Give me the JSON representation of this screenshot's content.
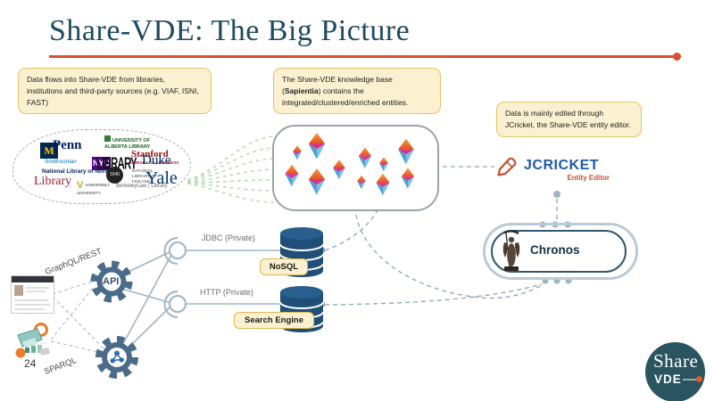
{
  "colors": {
    "accent": "#D8502E",
    "title": "#1E4B5F",
    "callout-bg": "#FBF0CF",
    "callout-border": "#E5C465",
    "label-border": "#DFB94F",
    "navy": "#1F4E79",
    "gear": "#4A6B8A",
    "line-blue": "#9FB4C4",
    "dash-gray": "#8FA3B8",
    "green-dash": "#BCDDB4",
    "jc-blue": "#1F5AA8",
    "jc-orange": "#C0532F",
    "logo-bg": "#2A5560"
  },
  "title": "Share-VDE: The Big Picture",
  "page_number": "24",
  "callouts": {
    "sources": "Data flows into Share-VDE from libraries, institutions and third-party sources (e.g. VIAF, ISNI, FAST)",
    "kb_pre": "The Share-VDE knowledge base (",
    "kb_bold": "Sapientia",
    "kb_post": ") contains the integrated/clustered/enriched entities.",
    "editing": "Data is mainly edited through JCricket, the Share-VDE entity editor."
  },
  "cloud": {
    "logos": [
      {
        "text": "M"
      },
      {
        "text": "Penn"
      },
      {
        "text": "Smithsonian"
      },
      {
        "text": "NYU"
      },
      {
        "text": "LIBRARY"
      },
      {
        "text": "UNIVERSITY OF ALBERTA LIBRARY"
      },
      {
        "text": "Stanford"
      },
      {
        "text": "Duke"
      },
      {
        "text": "National Library of Norway"
      },
      {
        "text": "1640"
      },
      {
        "text": "NATIONAL LIBRARY OF FINLAND"
      },
      {
        "text": "Library"
      },
      {
        "text": "VANDERBILT UNIVERSITY"
      },
      {
        "text": "BerkeleyLaw | Library"
      },
      {
        "text": "Yale"
      },
      {
        "text": "LIBRARY OF CONGRESS"
      }
    ]
  },
  "links": {
    "jdbc": "JDBC (Private)",
    "http": "HTTP (Private)",
    "graphql": "GraphQL/REST",
    "sparql": "SPARQL"
  },
  "stores": {
    "nosql": "NoSQL",
    "search": "Search Engine"
  },
  "gears": {
    "api": "API"
  },
  "jcricket": {
    "name": "JCRICKET",
    "subtitle": "Entity Editor"
  },
  "chronos": {
    "label": "Chronos"
  },
  "logo": {
    "line1": "Share",
    "line2": "VDE"
  }
}
